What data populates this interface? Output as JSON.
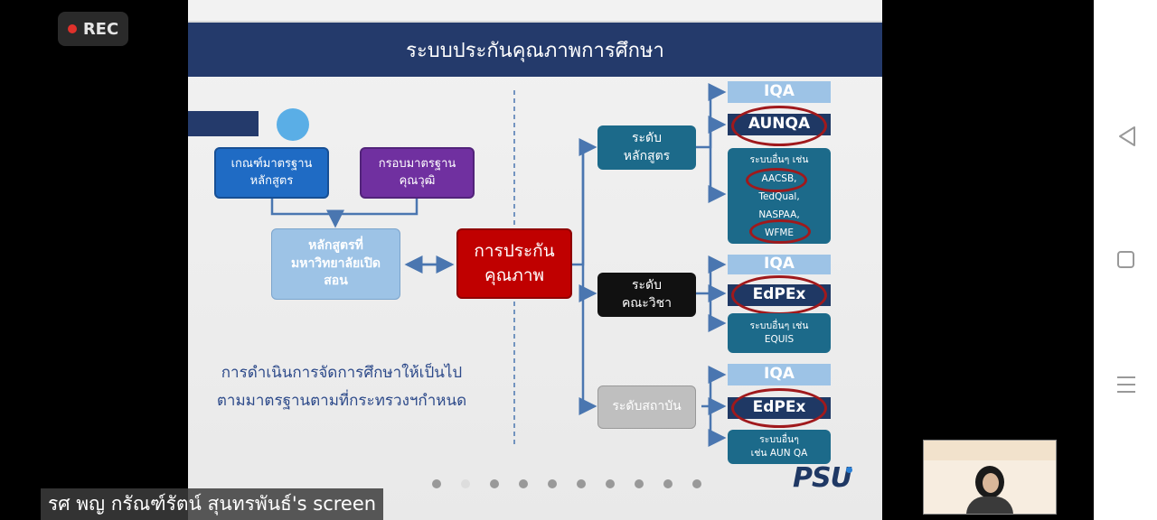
{
  "recording": {
    "label": "REC",
    "dot_color": "#e0312b"
  },
  "slide": {
    "title": "ระบบประกันคุณภาพการศึกษา",
    "box_criteria": "เกณฑ์มาตรฐาน\nหลักสูตร",
    "box_framework": "กรอบมาตรฐาน\nคุณวุฒิ",
    "box_curriculum": "หลักสูตรที่\nมหาวิทยาลัยเปิด\nสอน",
    "box_qa": "การประกัน\nคุณภาพ",
    "level_program": "ระดับ\nหลักสูตร",
    "level_faculty": "ระดับ\nคณะวิชา",
    "level_institution": "ระดับสถาบัน",
    "program_items": {
      "iqa": "IQA",
      "aunqa": "AUNQA",
      "others_title": "ระบบอื่นๆ เช่น",
      "others": [
        "AACSB,",
        "TedQual,",
        "NASPAA,",
        "WFME"
      ]
    },
    "faculty_items": {
      "iqa": "IQA",
      "edpex": "EdPEx",
      "others": "ระบบอื่นๆ เช่น\nEQUIS"
    },
    "institution_items": {
      "iqa": "IQA",
      "edpex": "EdPEx",
      "others": "ระบบอื่นๆ\nเช่น AUN QA"
    },
    "caption": "การดำเนินการจัดการศึกษาให้เป็นไป\nตามมาตรฐานตามที่กระทรวงฯกำหนด",
    "logo": "PSU",
    "colors": {
      "banner": "#243a6b",
      "teal": "#1c6a8a",
      "red": "#c00000",
      "purple": "#7030a0",
      "blue": "#1f6bc4",
      "navy": "#1f3864",
      "light_blue": "#9dc3e6",
      "highlight": "#a0191c"
    }
  },
  "video": {
    "screen_share_label": "รศ พญ กรัณฑ์รัตน์ สุนทรพันธ์'s screen"
  },
  "nav": {
    "back": "back-icon",
    "home": "home-icon",
    "recents": "recents-icon"
  }
}
